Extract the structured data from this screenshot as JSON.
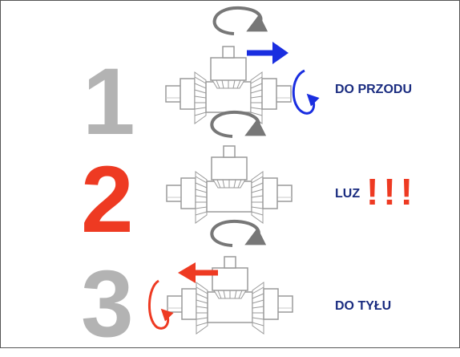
{
  "steps": [
    {
      "number": "1",
      "label": "DO PRZODU",
      "color": "#b3b3b3"
    },
    {
      "number": "2",
      "label": "LUZ",
      "emphasis": "!!!",
      "color": "#ee3a22"
    },
    {
      "number": "3",
      "label": "DO TYŁU",
      "color": "#b3b3b3"
    }
  ],
  "colors": {
    "label_text": "#1a2c80",
    "forward_arrow": "#1a2ee0",
    "backward_arrow": "#ee3a22",
    "rotation_arrow": "#777777",
    "emphasis": "#ee3a22",
    "gear_outline": "#9a9a9a"
  },
  "icons": {
    "top_rotation": "curved-rotation-arrow-icon",
    "side_rotation": "circular-rotation-arrow-icon",
    "direction": "straight-arrow-icon",
    "mechanism": "bevel-gear-differential-icon"
  }
}
